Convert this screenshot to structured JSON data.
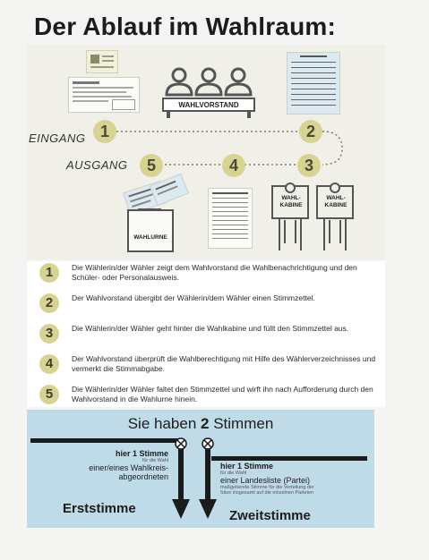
{
  "title": "Der Ablauf im Wahlraum:",
  "flow": {
    "entrance_label": "EINGANG",
    "exit_label": "AUSGANG",
    "table_label": "WAHLVORSTAND",
    "urn_label": "WAHLURNE",
    "booth_label": "WAHL-\nKABINE",
    "badges": [
      "1",
      "2",
      "3",
      "4",
      "5"
    ]
  },
  "steps": [
    {
      "num": "1",
      "text": "Die Wählerin/der Wähler zeigt dem Wahlvorstand die Wahlbenachrichtigung und den Schüler- oder Personalausweis."
    },
    {
      "num": "2",
      "text": "Der Wahlvorstand übergibt der Wählerin/dem Wähler einen Stimmzettel."
    },
    {
      "num": "3",
      "text": "Die Wählerin/der Wähler geht hinter die Wahlkabine und füllt den Stimmzettel aus."
    },
    {
      "num": "4",
      "text": "Der Wahlvorstand überprüft die Wahlberechtigung mit Hilfe des Wählerverzeichnisses und vermerkt die Stimmabgabe."
    },
    {
      "num": "5",
      "text": "Die Wählerin/der Wähler faltet den Stimmzettel und wirft ihn nach Aufforderung durch den Wahlvorstand in die Wahlurne hinein."
    }
  ],
  "votes": {
    "heading_pre": "Sie haben",
    "heading_num": "2",
    "heading_post": "Stimmen",
    "first": {
      "line1": "hier 1 Stimme",
      "line2": "für die Wahl",
      "line3": "einer/eines Wahlkreis-",
      "line4": "abgeordneten",
      "label": "Erststimme"
    },
    "second": {
      "line1": "hier 1 Stimme",
      "line2": "für die Wahl",
      "line3": "einer Landesliste (Partei)",
      "line4": "maßgebende Stimme für die Verteilung der",
      "line5": "Sitze insgesamt auf die einzelnen Parteien",
      "label": "Zweitstimme"
    }
  }
}
